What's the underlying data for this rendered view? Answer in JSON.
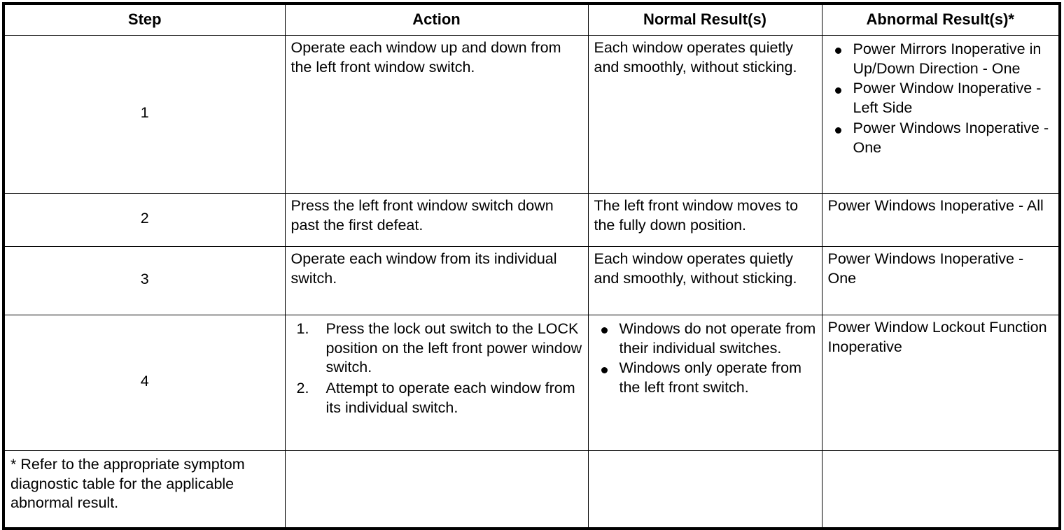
{
  "table": {
    "headers": [
      "Step",
      "Action",
      "Normal Result(s)",
      "Abnormal Result(s)*"
    ],
    "rows": [
      {
        "step": "1",
        "action": {
          "type": "paragraph",
          "text": "Operate each window up and down from the left front window switch."
        },
        "normal": {
          "type": "paragraph",
          "text": "Each window operates quietly and smoothly, without sticking."
        },
        "abnormal": {
          "type": "bullets",
          "items": [
            "Power Mirrors Inoperative in Up/Down Direction - One",
            "Power Window Inoperative - Left Side",
            "Power Windows Inoperative - One"
          ]
        }
      },
      {
        "step": "2",
        "action": {
          "type": "paragraph",
          "text": "Press the left front window switch down past the first defeat."
        },
        "normal": {
          "type": "paragraph",
          "text": "The left front window moves to the fully down position."
        },
        "abnormal": {
          "type": "paragraph",
          "text": "Power Windows Inoperative - All"
        }
      },
      {
        "step": "3",
        "action": {
          "type": "paragraph",
          "text": "Operate each window from its individual switch."
        },
        "normal": {
          "type": "paragraph",
          "text": "Each window operates quietly and smoothly, without sticking."
        },
        "abnormal": {
          "type": "paragraph",
          "text": "Power Windows Inoperative - One"
        }
      },
      {
        "step": "4",
        "action": {
          "type": "numbered",
          "items": [
            {
              "marker": "1.",
              "text": "Press the lock out switch to the LOCK position on the left front power window switch."
            },
            {
              "marker": "2.",
              "text": "Attempt to operate each window from its individual switch."
            }
          ]
        },
        "normal": {
          "type": "bullets",
          "items": [
            "Windows do not operate from their individual switches.",
            "Windows only operate from the left front switch."
          ]
        },
        "abnormal": {
          "type": "paragraph",
          "text": "Power Window Lockout Function Inoperative"
        }
      }
    ],
    "footnote": "* Refer to the appropriate symptom diagnostic table for the applicable abnormal result.",
    "empty_cell": ""
  },
  "colors": {
    "border": "#000000",
    "text": "#000000",
    "background": "#ffffff"
  }
}
